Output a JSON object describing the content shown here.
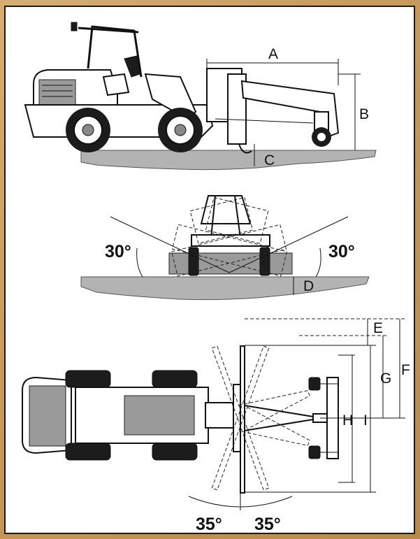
{
  "labels": {
    "A": "A",
    "B": "B",
    "C": "C",
    "D": "D",
    "E": "E",
    "F": "F",
    "G": "G",
    "H": "H",
    "I": "I"
  },
  "angles": {
    "tilt_left": "30°",
    "tilt_right": "30°",
    "swing_left": "35°",
    "swing_right": "35°"
  }
}
